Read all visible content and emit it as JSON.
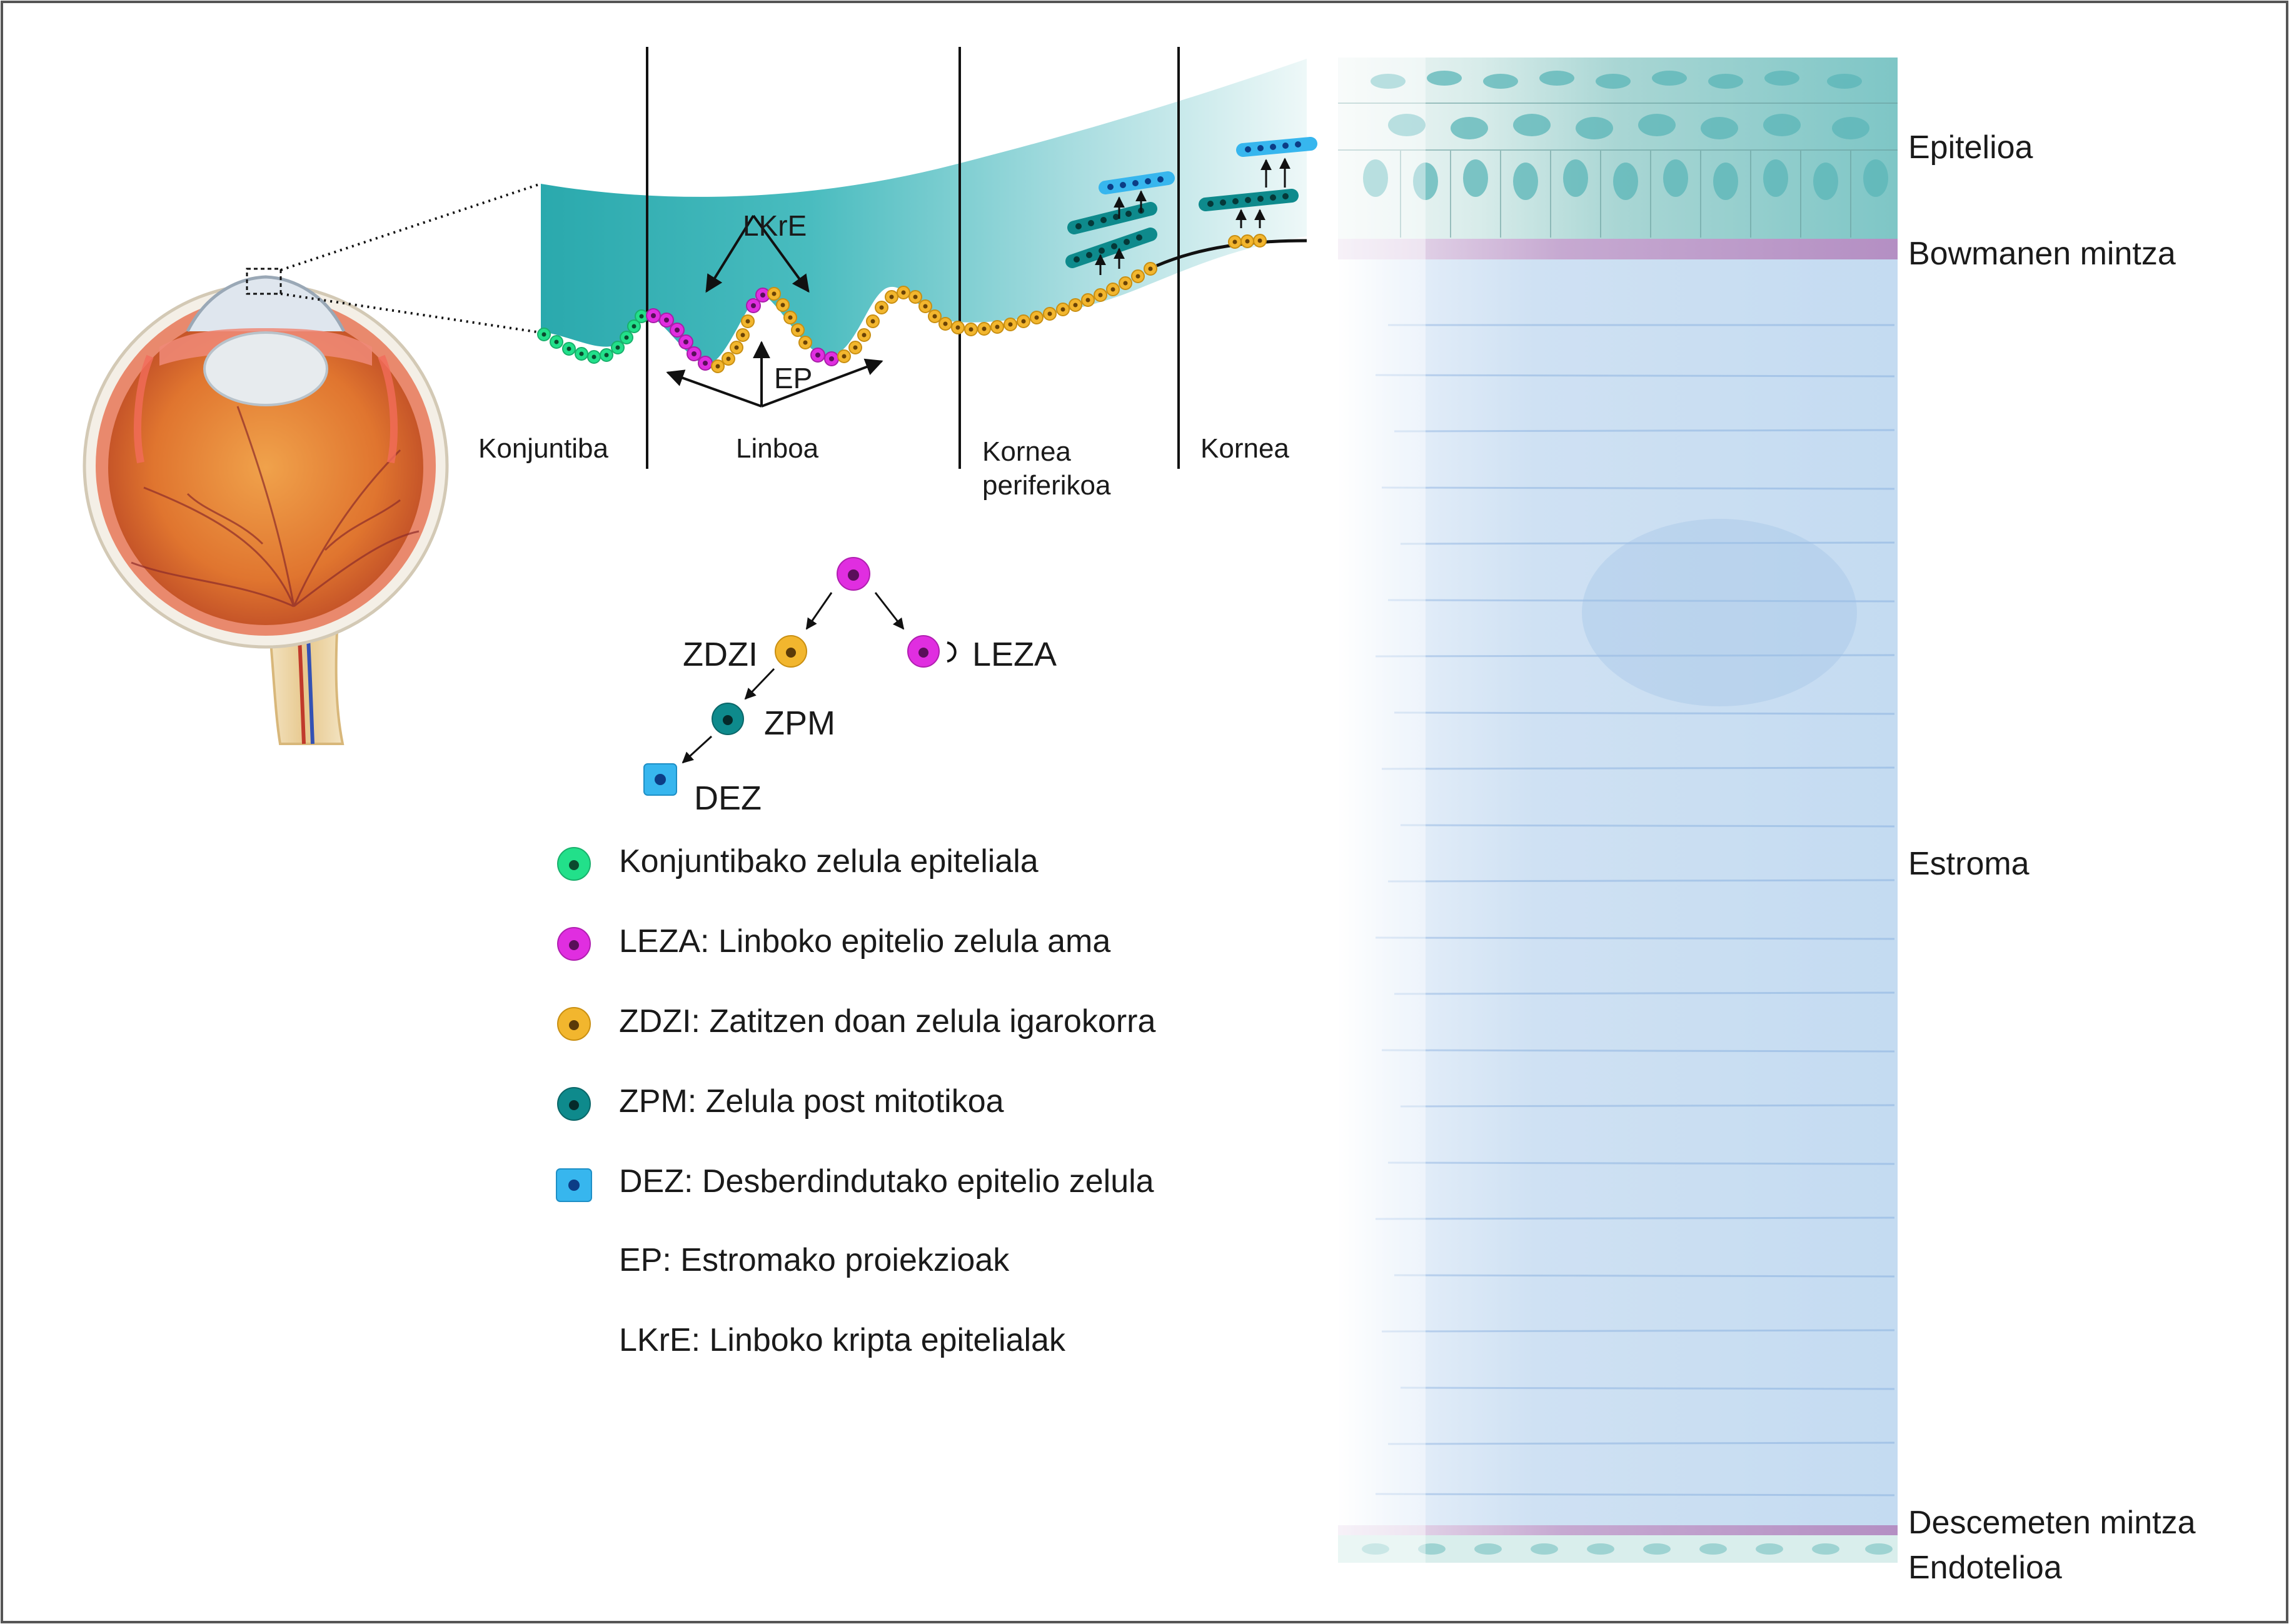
{
  "regions": {
    "konjuntiba": "Konjuntiba",
    "linboa": "Linboa",
    "kornea_periferikoa_1": "Kornea",
    "kornea_periferikoa_2": "periferikoa",
    "kornea": "Kornea"
  },
  "annotations": {
    "lkre": "LKrE",
    "ep": "EP"
  },
  "lineage": {
    "zdzi": "ZDZI",
    "leza": "LEZA",
    "zpm": "ZPM",
    "dez": "DEZ"
  },
  "legend": [
    {
      "text": "Konjuntibako zelula epiteliala",
      "color": "#22e08a",
      "shape": "circle"
    },
    {
      "text": "LEZA: Linboko epitelio zelula ama",
      "color": "#e02ee0",
      "shape": "circle"
    },
    {
      "text": "ZDZI: Zatitzen doan zelula igarokorra",
      "color": "#f2b62e",
      "shape": "circle"
    },
    {
      "text": "ZPM: Zelula post mitotikoa",
      "color": "#0e8a8c",
      "shape": "circle"
    },
    {
      "text": "DEZ: Desberdindutako epitelio zelula",
      "color": "#37b6ee",
      "shape": "square"
    },
    {
      "text": "EP: Estromako proiekzioak"
    },
    {
      "text": "LKrE: Linboko kripta epitelialak"
    }
  ],
  "layers": {
    "epitelioa": "Epitelioa",
    "bowman": "Bowmanen mintza",
    "estroma": "Estroma",
    "descemet": "Descemeten mintza",
    "endotelioa": "Endotelioa"
  },
  "colors": {
    "conj": "#22e08a",
    "leza": "#e02ee0",
    "zdzi": "#f2b62e",
    "zpm": "#0e8a8c",
    "dez": "#37b6ee",
    "tissue": "#2bb3b3",
    "stroma": "#cfe1f3",
    "bowman": "#b79ac6"
  }
}
